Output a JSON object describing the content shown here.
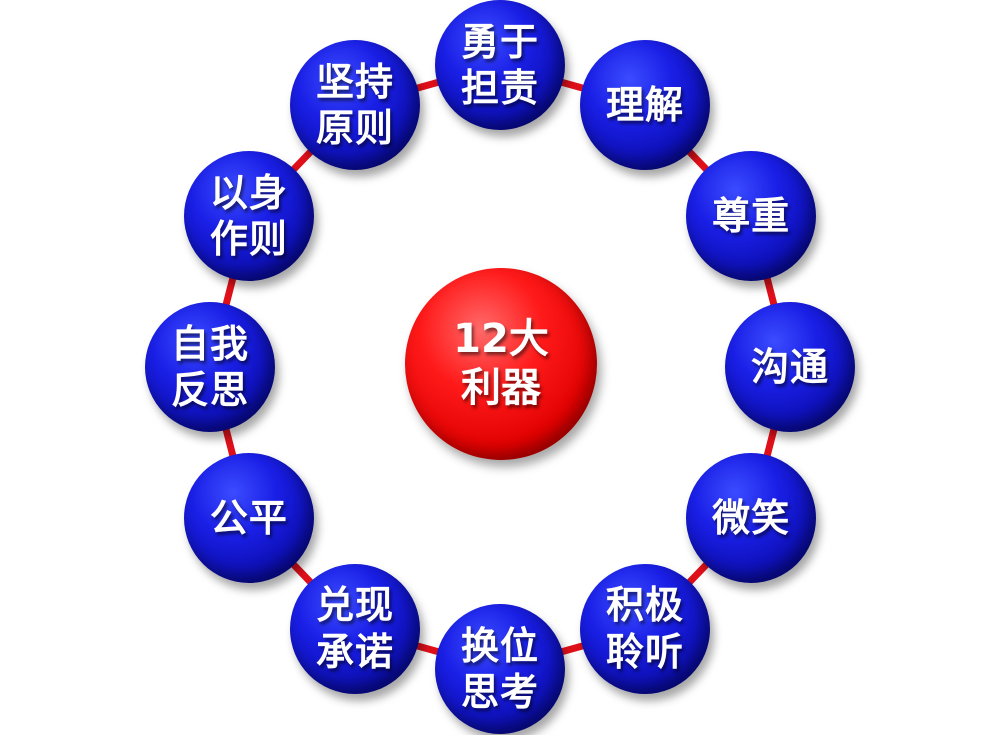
{
  "center": {
    "label": "12大\n利器"
  },
  "tools": [
    {
      "label": "勇于\n担责"
    },
    {
      "label": "理解"
    },
    {
      "label": "尊重"
    },
    {
      "label": "沟通"
    },
    {
      "label": "微笑"
    },
    {
      "label": "积极\n聆听"
    },
    {
      "label": "换位\n思考"
    },
    {
      "label": "兑现\n承诺"
    },
    {
      "label": "公平"
    },
    {
      "label": "自我\n反思"
    },
    {
      "label": "以身\n作则"
    },
    {
      "label": "坚持\n原则"
    }
  ],
  "colors": {
    "ring_line": "#e0101a",
    "node_fill": "#1a1fe6",
    "center_fill": "#ff1a1a"
  }
}
